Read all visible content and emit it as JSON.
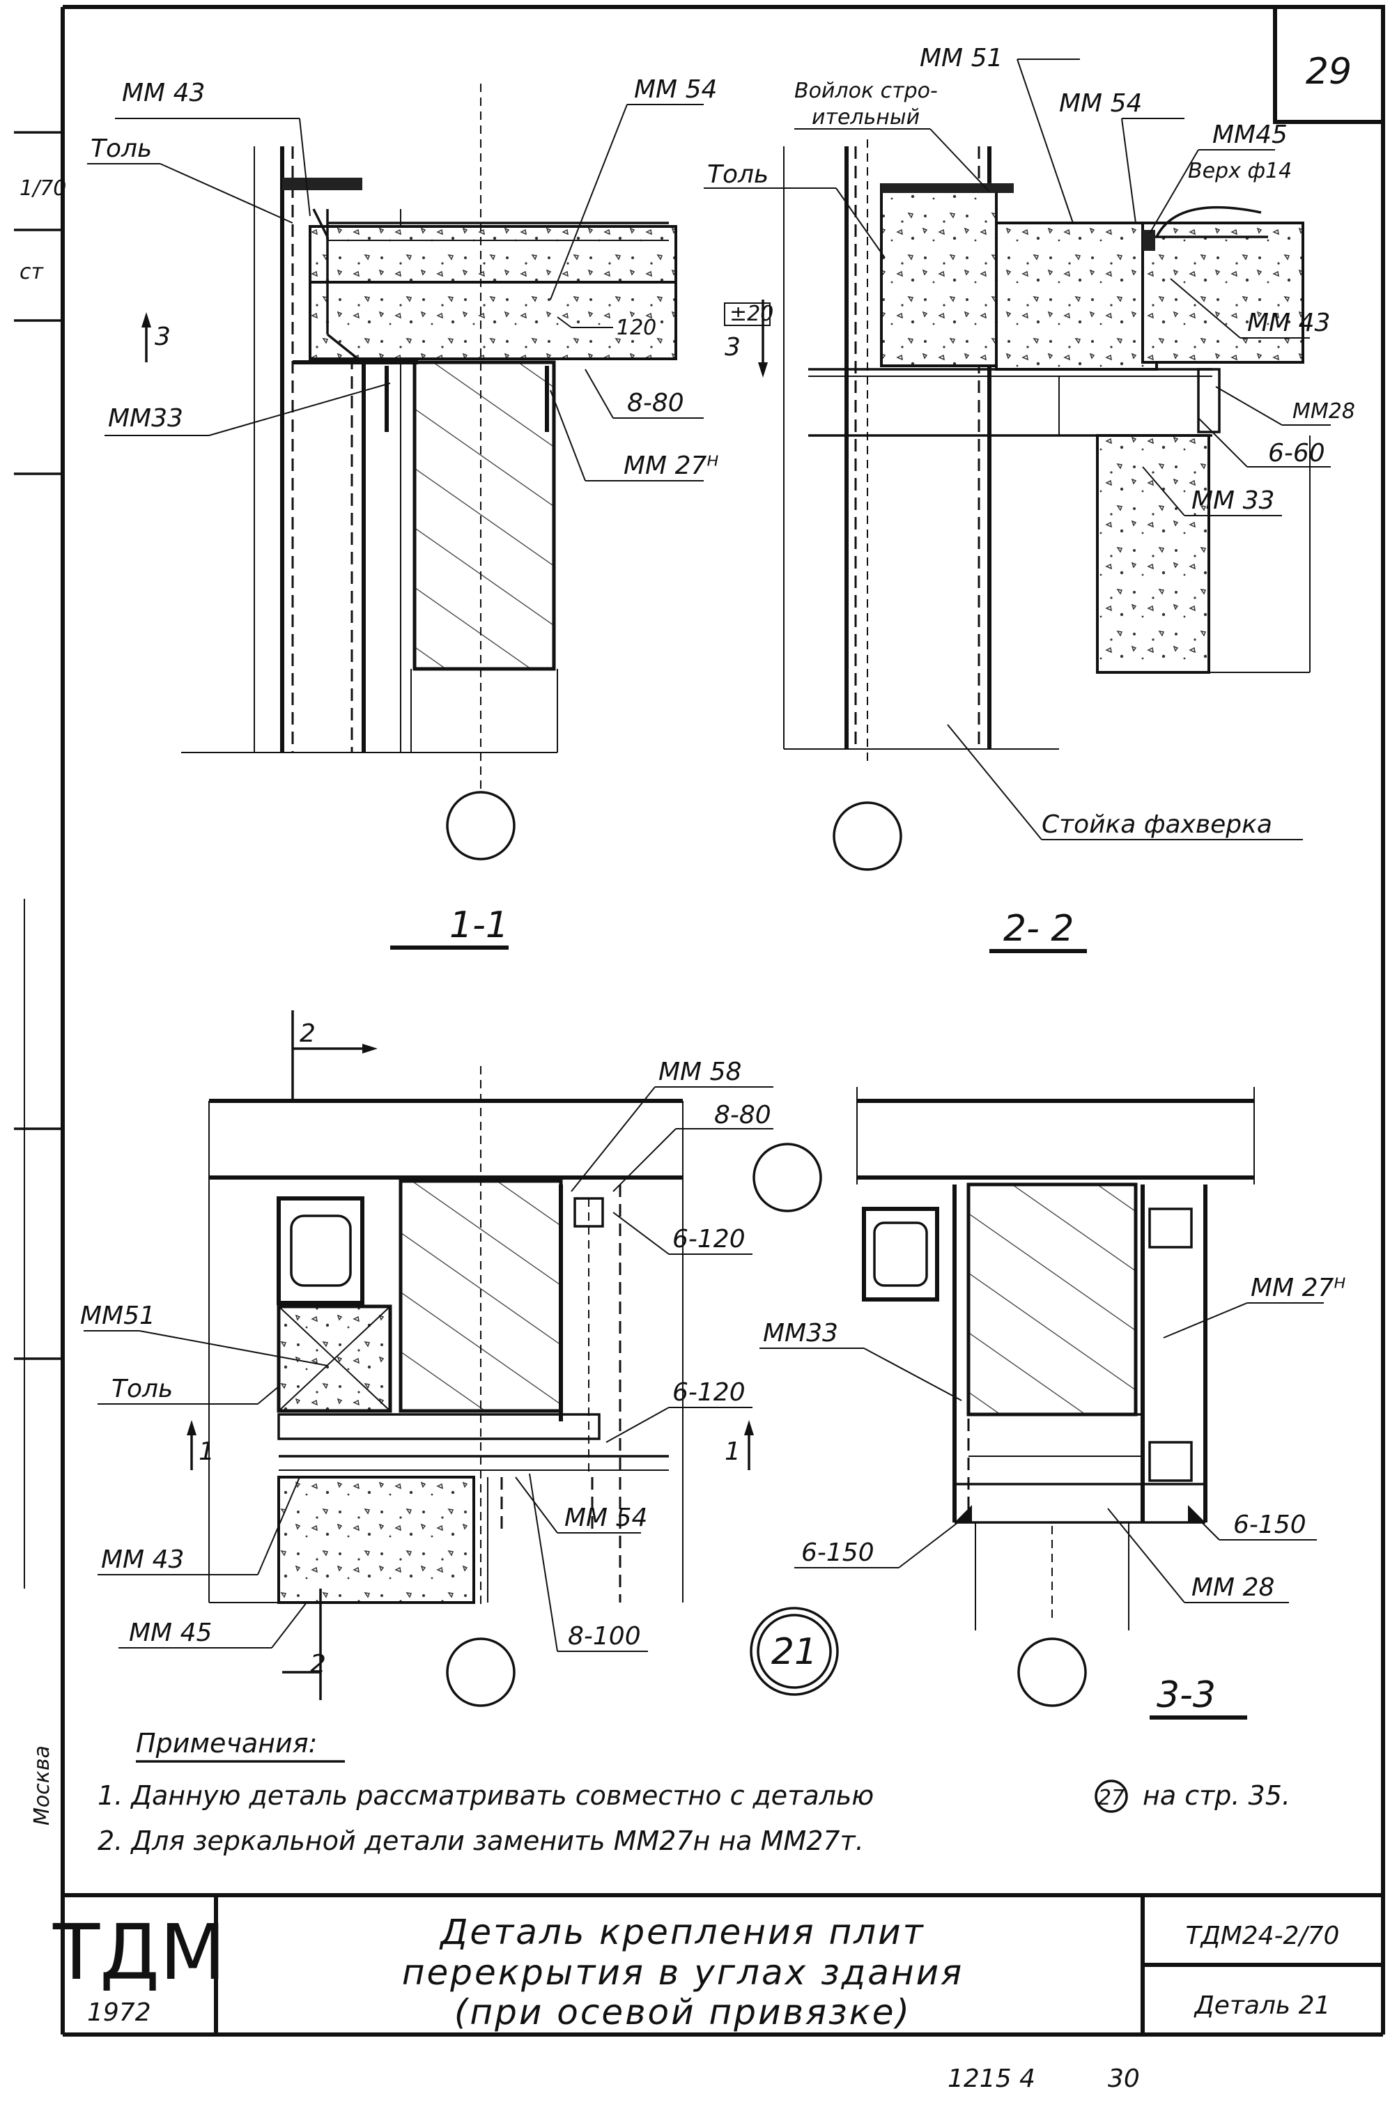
{
  "sheet": {
    "page_number": "29",
    "bottom_number_left": "1215 4",
    "bottom_number_right": "30"
  },
  "margin": {
    "label_top": "1/70",
    "label_top2": "ст",
    "label_bottom": "Москва"
  },
  "section_1": {
    "title": "1-1",
    "labels": {
      "mm43": "MM 43",
      "mm54": "MM 54",
      "tol": "Толь",
      "mm33": "MM33",
      "mm27": "MM 27ᴴ",
      "s880": "8-80",
      "s120": "120",
      "s3a": "3",
      "s3b": "3",
      "pm20": "±20"
    }
  },
  "section_2": {
    "title": "2- 2",
    "labels": {
      "mm51": "MM 51",
      "voilok1": "Войлок стро-",
      "voilok2": "ительный",
      "mm54": "MM 54",
      "mm45": "MM45",
      "verh": "Верх ф14",
      "tol": "Толь",
      "mm43": "MM 43",
      "mm28": "MM28",
      "s660": "6-60",
      "mm33": "MM 33",
      "stoika": "Стойка фахверка"
    }
  },
  "plan": {
    "labels": {
      "mark2a": "2",
      "mark2b": "2",
      "mm58": "MM 58",
      "s880": "8-80",
      "s6120a": "6-120",
      "mm51": "MM51",
      "tol": "Толь",
      "s6120b": "6-120",
      "mark1a": "1",
      "mark1b": "1",
      "mm43": "MM 43",
      "mm54": "MM 54",
      "mm45": "MM 45",
      "s8100": "8-100"
    },
    "detail_badge": "21"
  },
  "section_3": {
    "title": "3-3",
    "labels": {
      "mm33": "MM33",
      "mm27": "MM 27ᴴ",
      "s6150a": "6-150",
      "s6150b": "6-150",
      "mm28": "MM 28"
    }
  },
  "notes": {
    "heading": "Примечания:",
    "line1a": "1. Данную деталь рассматривать совместно с деталью",
    "line1_badge": "27",
    "line1b": "на стр. 35.",
    "line2": "2. Для зеркальной детали заменить MM27н на MM27т."
  },
  "title_block": {
    "logo": "ТДМ",
    "year": "1972",
    "title_line1": "Деталь крепления плит",
    "title_line2": "перекрытия в углах здания",
    "title_line3": "(при осевой привязке)",
    "code": "ТДМ24-2/70",
    "detail": "Деталь 21"
  }
}
